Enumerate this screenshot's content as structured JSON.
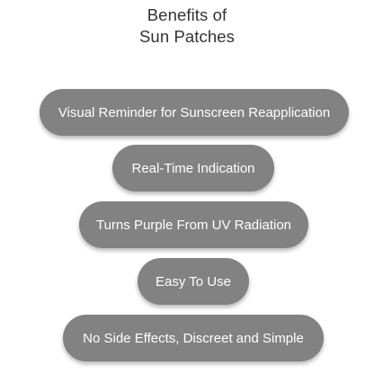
{
  "title": {
    "line1": "Benefits of",
    "line2": "Sun Patches"
  },
  "benefits": [
    {
      "label": "Visual Reminder for Sunscreen Reapplication"
    },
    {
      "label": "Real-Time Indication"
    },
    {
      "label": "Turns Purple From UV Radiation"
    },
    {
      "label": "Easy To Use"
    },
    {
      "label": "No Side Effects, Discreet and Simple"
    }
  ],
  "colors": {
    "pill_background": "#828282",
    "pill_text": "#ffffff",
    "title_text": "#333333",
    "page_background": "#ffffff"
  }
}
